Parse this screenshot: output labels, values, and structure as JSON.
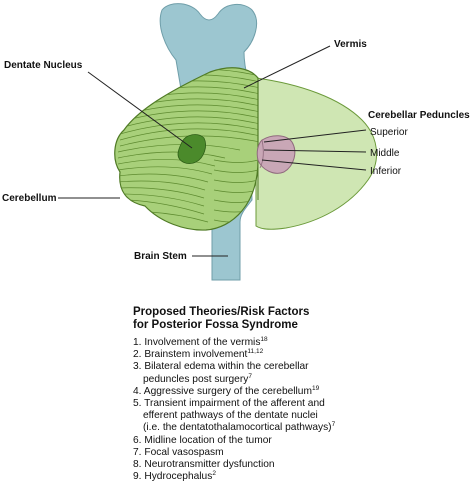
{
  "diagram": {
    "labels": {
      "dentate_nucleus": "Dentate Nucleus",
      "vermis": "Vermis",
      "cerebellar_peduncles": "Cerebellar Peduncles",
      "superior": "Superior",
      "middle": "Middle",
      "inferior": "Inferior",
      "cerebellum": "Cerebellum",
      "brain_stem": "Brain Stem"
    },
    "colors": {
      "cerebellum_fill": "#a8d07a",
      "cerebellum_stroke": "#4f7a25",
      "folia_line": "#5d8a2f",
      "translucent_fill": "#cfe6b3",
      "brainstem_fill": "#9cc6d0",
      "brainstem_stroke": "#6f9ea9",
      "dentate_fill": "#4b8a2b",
      "peduncle_fill": "#c9a7b6",
      "peduncle_stroke": "#8f6a7d",
      "pointer_line": "#222222"
    }
  },
  "theories": {
    "title_line1": "Proposed Theories/Risk Factors",
    "title_line2": "for Posterior Fossa Syndrome",
    "items": [
      {
        "num": "1.",
        "text": "Involvement of the vermis",
        "ref": "18",
        "cont": []
      },
      {
        "num": "2.",
        "text": "Brainstem involvement",
        "ref": "11,12",
        "cont": []
      },
      {
        "num": "3.",
        "text": "Bilateral edema within the cerebellar",
        "ref": "",
        "cont": [
          {
            "text": "peduncles post surgery",
            "ref": "7"
          }
        ]
      },
      {
        "num": "4.",
        "text": "Aggressive surgery of the cerebellum",
        "ref": "19",
        "cont": []
      },
      {
        "num": "5.",
        "text": "Transient impairment of the afferent and",
        "ref": "",
        "cont": [
          {
            "text": "efferent pathways of the dentate nuclei",
            "ref": ""
          },
          {
            "text": "(i.e. the dentatothalamocortical pathways)",
            "ref": "7"
          }
        ]
      },
      {
        "num": "6.",
        "text": "Midline location of the tumor",
        "ref": "",
        "cont": []
      },
      {
        "num": "7.",
        "text": "Focal vasospasm",
        "ref": "",
        "cont": []
      },
      {
        "num": "8.",
        "text": "Neurotransmitter dysfunction",
        "ref": "",
        "cont": []
      },
      {
        "num": "9.",
        "text": "Hydrocephalus",
        "ref": "2",
        "cont": []
      }
    ]
  }
}
